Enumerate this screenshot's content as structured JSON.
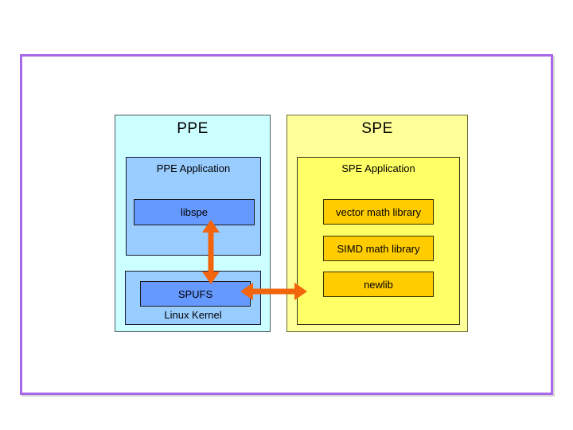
{
  "diagram": {
    "ppe": {
      "title": "PPE",
      "application": {
        "title": "PPE Application",
        "library": "libspe"
      },
      "kernel": {
        "title": "Linux Kernel",
        "module": "SPUFS"
      }
    },
    "spe": {
      "title": "SPE",
      "application": {
        "title": "SPE Application",
        "libraries": [
          "vector math library",
          "SIMD math library",
          "newlib"
        ]
      }
    },
    "connections": [
      "libspe <-> SPUFS (bidirectional)",
      "SPUFS <-> SPE (bidirectional)"
    ],
    "colors": {
      "slide_border": "#a866e8",
      "ppe_outer_fill": "#ccffff",
      "ppe_inner_fill": "#99ccff",
      "ppe_leaf_fill": "#6699ff",
      "spe_outer_fill": "#ffff99",
      "spe_inner_fill": "#ffff66",
      "spe_leaf_fill": "#ffcc00",
      "arrow": "#f2650d"
    }
  }
}
